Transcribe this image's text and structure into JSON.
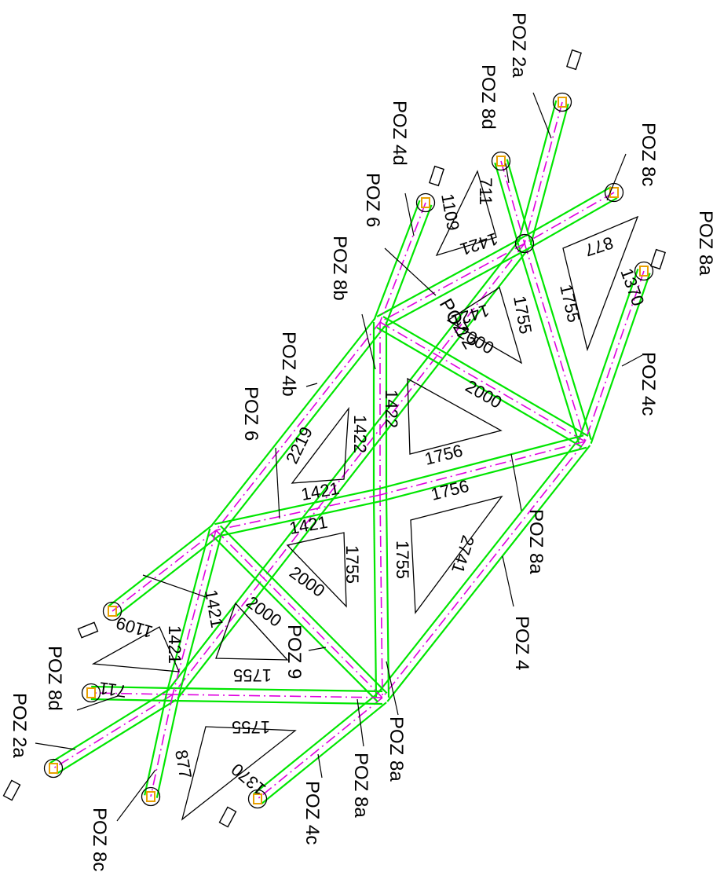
{
  "colors": {
    "member": "#00e600",
    "axis": "#e000e0",
    "node": "#e8a000",
    "ink": "#000000"
  },
  "labels": {
    "poz_8a": "POZ 8a",
    "poz_2a_top": "POZ 2a",
    "poz_8d_top": "POZ 8d",
    "poz_8c_top": "POZ 8c",
    "poz_4d": "POZ 4d",
    "poz_6_top": "POZ 6",
    "poz_8b": "POZ 8b",
    "poz_2": "POZ 2",
    "poz_4b": "POZ 4b",
    "poz_6_mid": "POZ 6",
    "poz_4c_right": "POZ 4c",
    "poz_8a_mid": "POZ 8a",
    "poz_4": "POZ 4",
    "poz_9": "POZ 9",
    "poz_8a_bottom1": "POZ 8a",
    "poz_8a_bottom2": "POZ 8a",
    "poz_4c_bottom": "POZ 4c",
    "poz_8c_bottom": "POZ 8c",
    "poz_2a_bottom": "POZ 2a",
    "poz_8d_bottom": "POZ 8d"
  },
  "dimensions": {
    "d711_top": "711",
    "d1109_top": "1109",
    "d1421_top": "1421",
    "d877_top": "877",
    "d1370_top": "1370",
    "d1755_right": "1755",
    "d1421_b": "1421",
    "d1755_c": "1755",
    "d2000_a": "2000",
    "d2000_b": "2000",
    "d1422_a": "1422",
    "d1422_b": "1422",
    "d2219": "2219",
    "d1421_c": "1421",
    "d1756_a": "1756",
    "d1756_b": "1756",
    "d2741": "2741",
    "d1755_d": "1755",
    "d1421_d": "1421",
    "d1755_e": "1755",
    "d2000_c": "2000",
    "d2000_d": "2000",
    "d1755_f": "1755",
    "d1109_bottom": "1109",
    "d1421_e": "1421",
    "d1421_f": "1421",
    "d711_bottom": "711",
    "d1755_bottom": "1755",
    "d877_bottom": "877",
    "d1370_bottom": "1370"
  }
}
